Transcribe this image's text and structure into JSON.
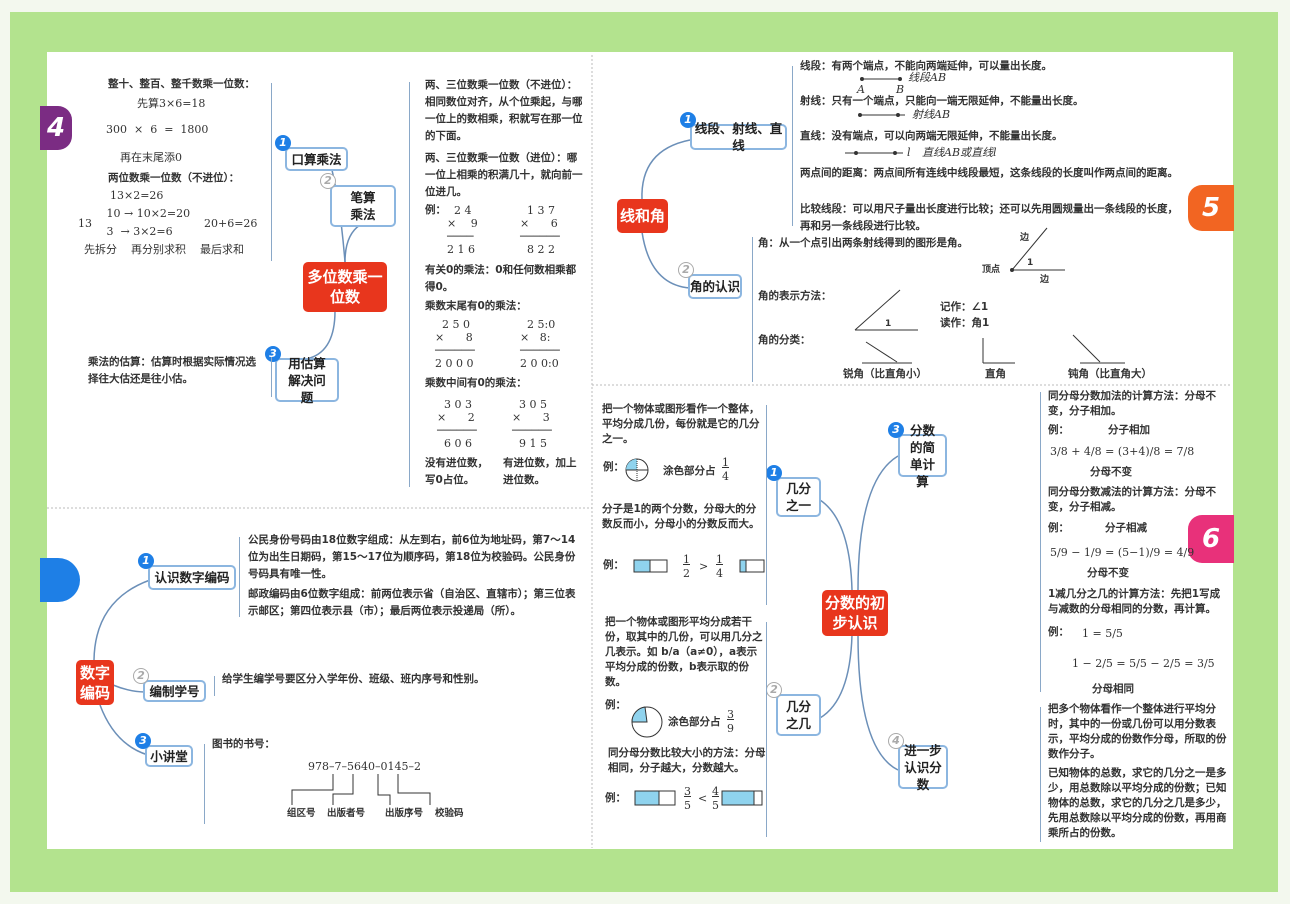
{
  "badges": {
    "b4": "4",
    "b5": "5",
    "b6": "6"
  },
  "colors": {
    "center": "#e8361d",
    "node_border": "#8cb6e0",
    "badge4": "#7b2c83",
    "badge5": "#f26522",
    "badge6": "#e8317a",
    "badge_blue": "#1e7fe6",
    "frame": "#b3e38e"
  },
  "mult": {
    "center": "多位数乘一位数",
    "nodes": [
      {
        "num": "1",
        "label": "口算乘法"
      },
      {
        "num": "2",
        "label": "笔算乘法"
      },
      {
        "num": "3",
        "label": "用估算解决问题"
      }
    ],
    "oral": {
      "h1": "整十、整百、整千数乘一位数：",
      "step1": "先算3×6=18",
      "eq": "300  ×  6  =  1800",
      "step2": "再在末尾添0",
      "h2": "两位数乘一位数（不进位）：",
      "eq2": "13×2=26",
      "split1": "   10 → 10×2=20",
      "split0": "13",
      "split2": "   3  → 3×2=6",
      "sum": "20+6=26",
      "steps": "先拆分    再分别求积    最后求和"
    },
    "estimate": "乘法的估算：估算时根据实际情况选择往大估还是往小估。",
    "written": [
      {
        "text": "两、三位数乘一位数（不进位）：相同数位对齐，从个位乘起，与哪一位上的数相乘，积就写在那一位的下面。"
      },
      {
        "text": "两、三位数乘一位数（进位）：哪一位上相乘的积满几十，就向前一位进几。",
        "example": "例：",
        "calc1": "  2 4\n× 　9\n────\n2 1 6",
        "calc2": "  1 3 7\n×  　 6\n──────\n  8 2 2"
      },
      {
        "text": "有关0的乘法：0和任何数相乘都得0。"
      },
      {
        "text": "乘数末尾有0的乘法：",
        "calc1": "  2 5 0\n×  　 8\n──────\n2 0 0 0",
        "calc2": "  2 5:0\n×   8:\n──────\n2 0 0:0"
      },
      {
        "text": "乘数中间有0的乘法：",
        "calc1": "  3 0 3\n×  　 2\n──────\n  6 0 6",
        "calc2": "  3 0 5\n×  　 3\n──────\n  9 1 5",
        "note1": "没有进位数，写0占位。",
        "note2": "有进位数，加上进位数。"
      }
    ]
  },
  "lines": {
    "center": "线和角",
    "nodes": [
      {
        "num": "1",
        "label": "线段、射线、直线"
      },
      {
        "num": "2",
        "label": "角的认识"
      }
    ],
    "items": [
      "线段：有两个端点，不能向两端延伸，可以量出长度。",
      "射线：只有一个端点，只能向一端无限延伸，不能量出长度。",
      "直线：没有端点，可以向两端无限延伸，不能量出长度。",
      "两点间的距离：两点间所有连线中线段最短，这条线段的长度叫作两点间的距离。",
      "比较线段：可以用尺子量出长度进行比较；还可以先用圆规量出一条线段的长度，再和另一条线段进行比较。"
    ],
    "fig": {
      "seg": "线段AB",
      "ray": "射线AB",
      "line": "直线AB或直线l",
      "a": "A",
      "b": "B",
      "l": "l"
    },
    "angle": {
      "def": "角：从一个点引出两条射线得到的图形是角。",
      "side": "边",
      "vertex": "顶点",
      "one": "1",
      "notation_h": "角的表示方法：",
      "write": "记作：∠1",
      "read": "读作：角1",
      "class_h": "角的分类：",
      "acute": "锐角（比直角小）",
      "right": "直角",
      "obtuse": "钝角（比直角大）"
    }
  },
  "coding": {
    "center": "数字编码",
    "nodes": [
      {
        "num": "1",
        "label": "认识数字编码"
      },
      {
        "num": "2",
        "label": "编制学号"
      },
      {
        "num": "3",
        "label": "小讲堂"
      }
    ],
    "id": "公民身份号码由18位数字组成：从左到右，前6位为地址码，第7～14位为出生日期码，第15～17位为顺序码，第18位为校验码。公民身份号码具有唯一性。",
    "postal": "邮政编码由6位数字组成：前两位表示省（自治区、直辖市）；第三位表示邮区；第四位表示县（市）；最后两位表示投递局（所）。",
    "student": "给学生编学号要区分入学年份、班级、班内序号和性别。",
    "book_h": "图书的书号：",
    "isbn": "978–7–5640–0145–2",
    "isbn_parts": [
      "组区号",
      "出版者号",
      "出版序号",
      "校验码"
    ]
  },
  "fractions": {
    "center": "分数的初步认识",
    "nodes": [
      {
        "num": "1",
        "label": "几分之一"
      },
      {
        "num": "2",
        "label": "几分之几"
      },
      {
        "num": "3",
        "label": "分数的简单计算"
      },
      {
        "num": "4",
        "label": "进一步认识分数"
      }
    ],
    "one": {
      "def": "把一个物体或图形看作一个整体，平均分成几份，每份就是它的几分之一。",
      "ex": "例：",
      "shade": "涂色部分占",
      "f_num": "1",
      "f_den": "4",
      "cmp": "分子是1的两个分数，分母大的分数反而小，分母小的分数反而大。",
      "cmp_ex": "例：",
      "c1n": "1",
      "c1d": "2",
      "sign": ">",
      "c2n": "1",
      "c2d": "4"
    },
    "some": {
      "def": "把一个物体或图形平均分成若干份，取其中的几份，可以用几分之几表示。如 b/a（a≠0），a表示平均分成的份数，b表示取的份数。",
      "ex": "例：",
      "shade": "涂色部分占",
      "f_num": "3",
      "f_den": "9",
      "cmp": "同分母分数比较大小的方法：分母相同，分子越大，分数越大。",
      "cmp_ex": "例：",
      "c1n": "3",
      "c1d": "5",
      "sign": "<",
      "c2n": "4",
      "c2d": "5"
    },
    "calc": {
      "add_h": "同分母分数加法的计算方法：分母不变，分子相加。",
      "ex": "例：",
      "add_note": "分子相加",
      "add_eq": "3/8 + 4/8 = (3+4)/8 = 7/8",
      "same": "分母不变",
      "sub_h": "同分母分数减法的计算方法：分母不变，分子相减。",
      "sub_note": "分子相减",
      "sub_eq": "5/9 − 1/9 = (5−1)/9 = 4/9",
      "one_h": "1减几分之几的计算方法：先把1写成与减数的分母相同的分数，再计算。",
      "one_eq1": "1 = 5/5",
      "one_eq2": "1 − 2/5 = 5/5 − 2/5 = 3/5",
      "one_note": "分母相同"
    },
    "further": {
      "p1": "把多个物体看作一个整体进行平均分时，其中的一份或几份可以用分数表示，平均分成的份数作分母，所取的份数作分子。",
      "p2": "已知物体的总数，求它的几分之一是多少，用总数除以平均分成的份数；已知物体的总数，求它的几分之几是多少，先用总数除以平均分成的份数，再用商乘所占的份数。"
    }
  }
}
